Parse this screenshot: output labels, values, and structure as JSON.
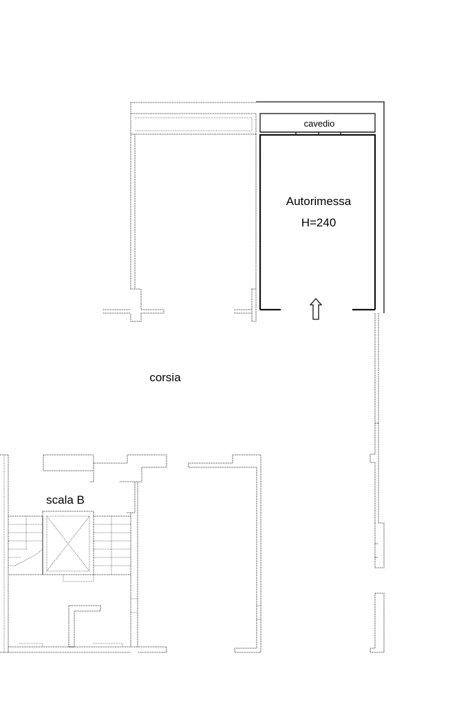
{
  "labels": {
    "cavedio": "cavedio",
    "autorimessa": "Autorimessa",
    "height": "H=240",
    "corsia": "corsia",
    "scala": "scala B"
  },
  "colors": {
    "line": "#111111",
    "background": "#ffffff"
  },
  "icons": {
    "entrance": "up-arrow-icon",
    "stair_void": "cross-void-icon"
  }
}
